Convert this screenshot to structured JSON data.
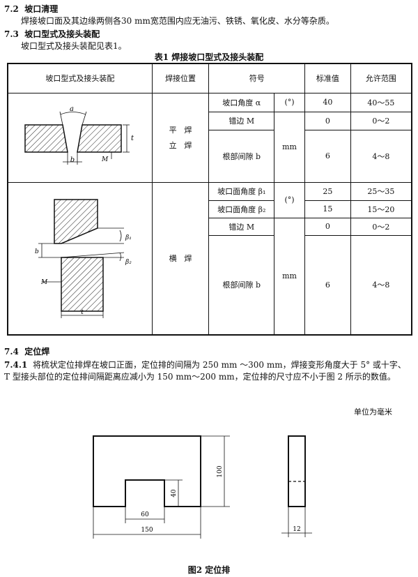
{
  "sec72": {
    "num": "7.2",
    "title": "坡口清理",
    "text": "焊接坡口面及其边缘两侧各30 mm宽范围内应无油污、铁锈、氧化皮、水分等杂质。"
  },
  "sec73": {
    "num": "7.3",
    "title": "坡口型式及接头装配",
    "text": "坡口型式及接头装配见表1。"
  },
  "table1": {
    "caption": "表1   焊接坡口型式及接头装配",
    "headers": [
      "坡口型式及接头装配",
      "焊接位置",
      "符号",
      "标准值",
      "允许范围"
    ],
    "group1": {
      "position_a": "平　焊",
      "position_b": "立　焊",
      "rows": [
        {
          "symbol": "坡口角度  α",
          "unit": "(°)",
          "std": "40",
          "range": "40～55"
        },
        {
          "symbol": "错边 M",
          "unit": "",
          "std": "0",
          "range": "0～2"
        },
        {
          "symbol": "根部间隙 b",
          "unit": "mm",
          "std": "6",
          "range": "4～8"
        }
      ],
      "diagram_labels": {
        "a": "a",
        "t": "t",
        "b": "b",
        "m": "M"
      }
    },
    "group2": {
      "position": "横　焊",
      "rows": [
        {
          "symbol": "坡口面角度  β₁",
          "unit": "(°)",
          "std": "25",
          "range": "25～35"
        },
        {
          "symbol": "坡口面角度  β₂",
          "unit": "",
          "std": "15",
          "range": "15～20"
        },
        {
          "symbol": "错边 M",
          "unit": "",
          "std": "0",
          "range": "0～2"
        },
        {
          "symbol": "根部间隙 b",
          "unit": "mm",
          "std": "6",
          "range": "4～8"
        }
      ],
      "diagram_labels": {
        "b1": "β₁",
        "b2": "β₂",
        "b": "b",
        "m": "M",
        "t": "t"
      }
    }
  },
  "sec74": {
    "num": "7.4",
    "title": "定位焊"
  },
  "sec741": {
    "num": "7.4.1",
    "line1": "将梳状定位排焊在坡口正面，定位排的间隔为 250 mm ～300 mm，焊接变形角度大于 5° 或十字、",
    "line2": "T 型接头部位的定位排间隔距离应减小为 150 mm～200 mm，定位排的尺寸应不小于图 2 所示的数值。"
  },
  "figure2": {
    "unit_note": "单位为毫米",
    "dims": {
      "width": "150",
      "height": "100",
      "slot_width": "60",
      "slot_height": "40",
      "thickness": "12"
    },
    "caption": "图2   定位排"
  }
}
